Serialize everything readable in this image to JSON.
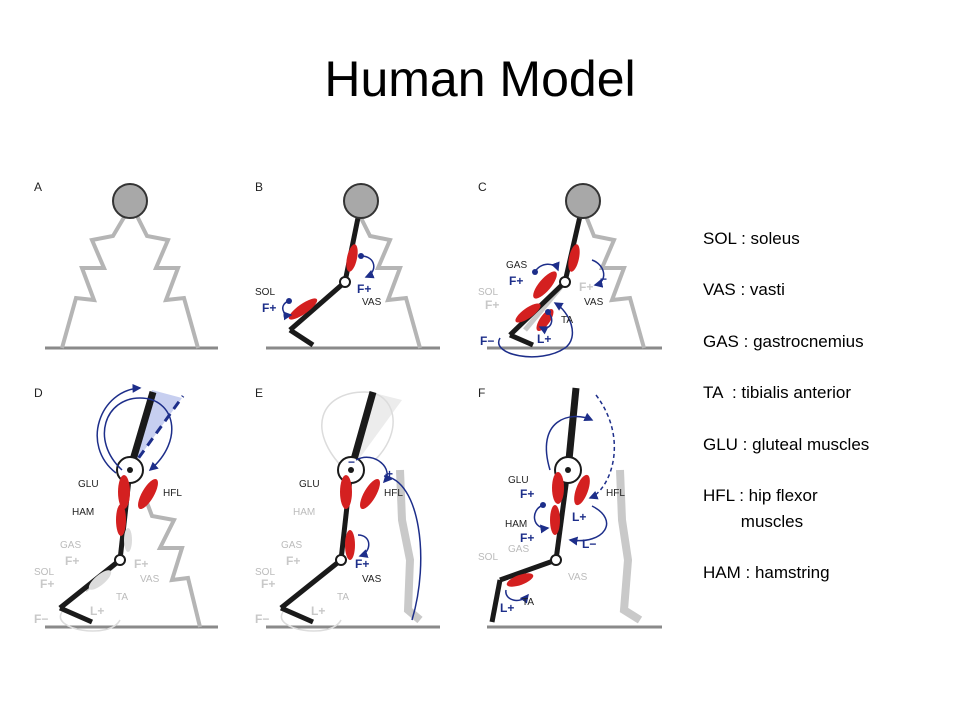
{
  "slide": {
    "title": "Human Model"
  },
  "panels": [
    {
      "letter": "A"
    },
    {
      "letter": "B"
    },
    {
      "letter": "C"
    },
    {
      "letter": "D"
    },
    {
      "letter": "E"
    },
    {
      "letter": "F"
    }
  ],
  "diagram_labels": {
    "b": {
      "sol": "SOL",
      "f_sol": "F+",
      "f_vas": "F+",
      "vas": "VAS"
    },
    "c": {
      "gas": "GAS",
      "f_gas": "F+",
      "sol": "SOL",
      "f_sol": "F+",
      "f_vas": "F+",
      "vas": "VAS",
      "ta": "TA",
      "l_ta": "L+",
      "f_minus": "F−",
      "minus": "−"
    },
    "d": {
      "glu": "GLU",
      "hfl": "HFL",
      "ham": "HAM",
      "gas": "GAS",
      "f_gas": "F+",
      "sol": "SOL",
      "f_sol": "F+",
      "f_vas": "F+",
      "vas": "VAS",
      "ta": "TA",
      "l_ta": "L+",
      "f_minus": "F−"
    },
    "e": {
      "glu": "GLU",
      "hfl": "HFL",
      "ham": "HAM",
      "gas": "GAS",
      "f_gas": "F+",
      "sol": "SOL",
      "f_sol": "F+",
      "f_vas": "F+",
      "vas": "VAS",
      "ta": "TA",
      "l_ta": "L+",
      "f_minus": "F−",
      "plus": "+",
      "minus": "−"
    },
    "f": {
      "glu": "GLU",
      "f_glu": "F+",
      "hfl": "HFL",
      "l_hfl": "L+",
      "ham": "HAM",
      "f_ham": "F+",
      "gas": "GAS",
      "sol": "SOL",
      "vas": "VAS",
      "ta": "TA",
      "l_ta": "L+",
      "l_minus": "L−"
    }
  },
  "legend": [
    {
      "text": "SOL : soleus"
    },
    {
      "text": "VAS : vasti"
    },
    {
      "text": "GAS : gastrocnemius"
    },
    {
      "text": "TA  : tibialis anterior"
    },
    {
      "text": "GLU : gluteal muscles"
    },
    {
      "text": "HFL : hip flexor\n        muscles"
    },
    {
      "text": "HAM : hamstring"
    }
  ],
  "colors": {
    "segment": "#1a1a1a",
    "ghost": "#bdbdbd",
    "muscle": "#d42020",
    "reflex": "#1d2e8a",
    "head": "#a8a8a8",
    "ground": "#8a8a8a",
    "shade": "#c7cff0"
  }
}
